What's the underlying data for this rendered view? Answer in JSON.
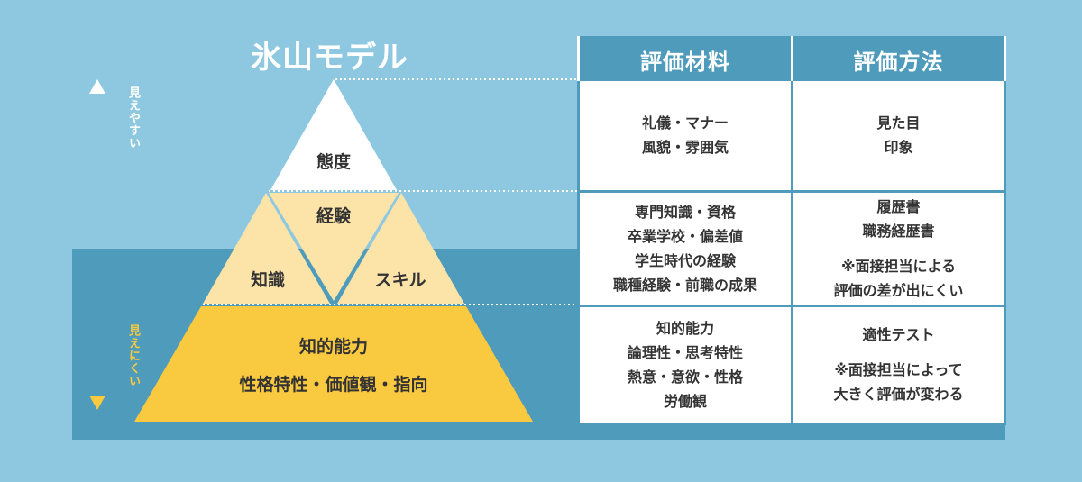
{
  "title": "氷山モデル",
  "visibility": {
    "easy": "見えやすい",
    "hard": "見えにくい"
  },
  "pyramid": {
    "top": "態度",
    "middle_center": "経験",
    "middle_left": "知識",
    "middle_right": "スキル",
    "bottom_line1": "知的能力",
    "bottom_line2": "性格特性・価値観・指向"
  },
  "table": {
    "headers": [
      "評価材料",
      "評価方法"
    ],
    "rows": [
      {
        "materials": [
          "礼儀・マナー",
          "風貌・雰囲気"
        ],
        "methods": [
          "見た目",
          "印象"
        ],
        "methods_note": []
      },
      {
        "materials": [
          "専門知識・資格",
          "卒業学校・偏差値",
          "学生時代の経験",
          "職種経験・前職の成果"
        ],
        "methods": [
          "履歴書",
          "職務経歴書"
        ],
        "methods_note": [
          "※面接担当による",
          "評価の差が出にくい"
        ]
      },
      {
        "materials": [
          "知的能力",
          "論理性・思考特性",
          "熱意・意欲・性格",
          "労働観"
        ],
        "methods": [
          "適性テスト"
        ],
        "methods_note": [
          "※面接担当によって",
          "大きく評価が変わる"
        ]
      }
    ]
  },
  "colors": {
    "background": "#8dc8e0",
    "water": "#4e9bbb",
    "tip": "#ffffff",
    "middle": "#fce3a8",
    "base": "#f9c93f",
    "divider": "#4e9bbb",
    "text": "#333333"
  }
}
